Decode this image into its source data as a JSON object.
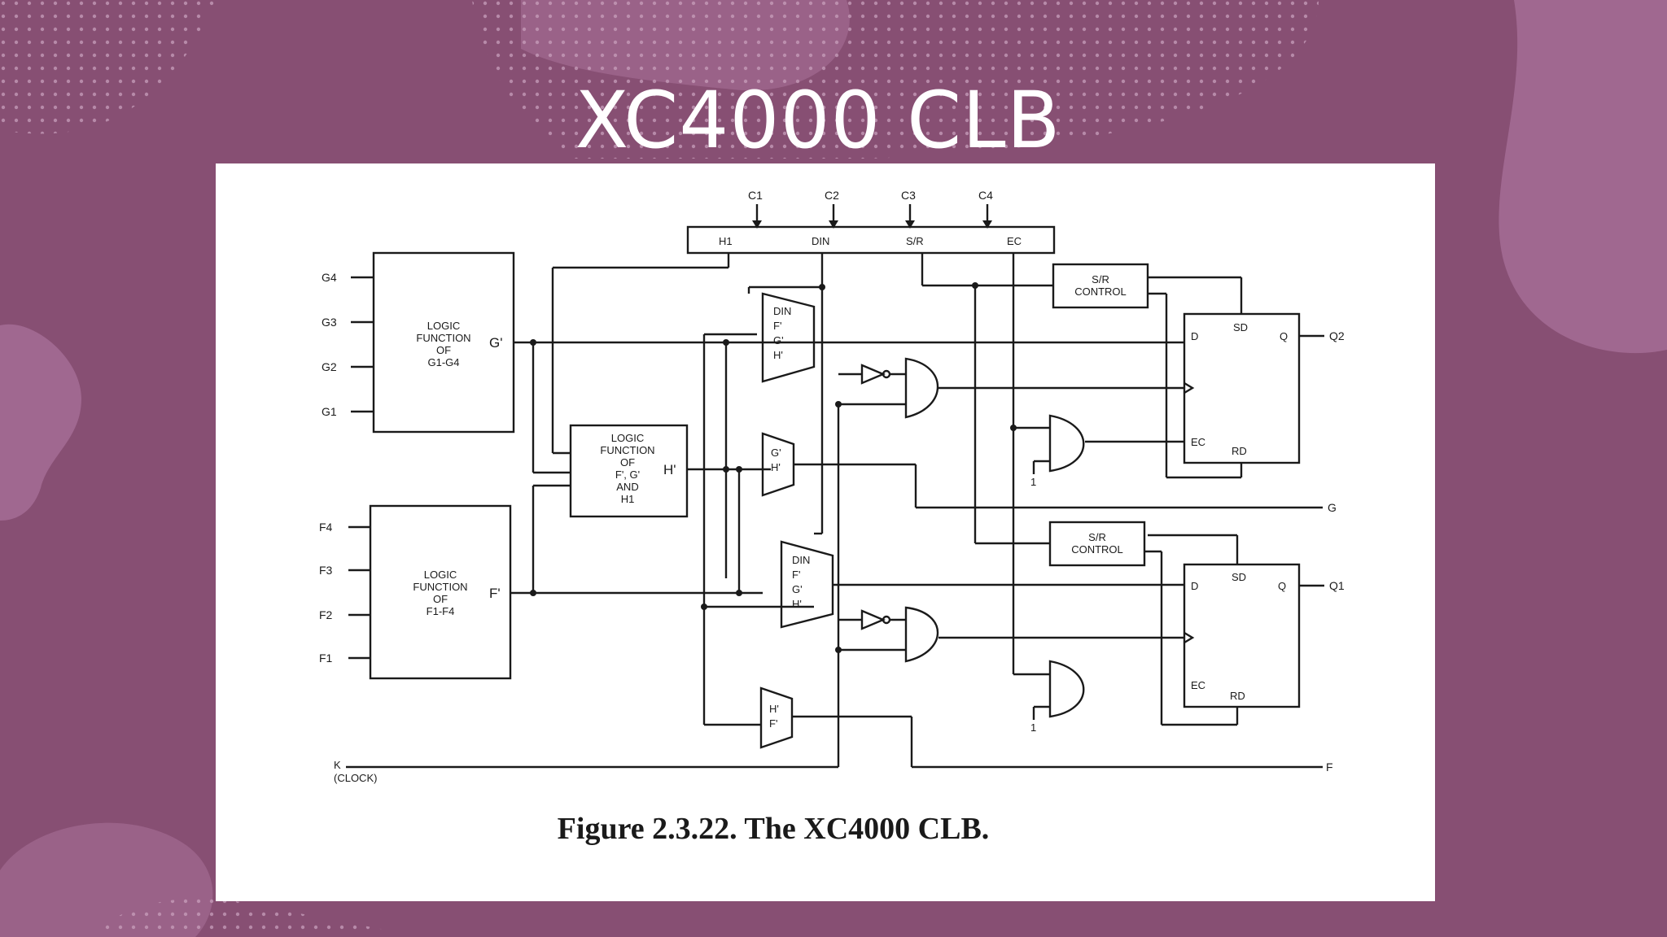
{
  "slide": {
    "title": "XC4000 CLB",
    "background_color": "#874f73",
    "accent_color": "#a06890"
  },
  "figure": {
    "caption": "Figure 2.3.22. The XC4000 CLB.",
    "control_inputs": [
      "C1",
      "C2",
      "C3",
      "C4"
    ],
    "control_bus_pins": [
      "H1",
      "DIN",
      "S/R",
      "EC"
    ],
    "g_inputs": [
      "G4",
      "G3",
      "G2",
      "G1"
    ],
    "f_inputs": [
      "F4",
      "F3",
      "F2",
      "F1"
    ],
    "g_logic_block": [
      "LOGIC",
      "FUNCTION",
      "OF",
      "G1-G4"
    ],
    "g_output": "G'",
    "f_logic_block": [
      "LOGIC",
      "FUNCTION",
      "OF",
      "F1-F4"
    ],
    "f_output": "F'",
    "h_logic_block": [
      "LOGIC",
      "FUNCTION",
      "OF",
      "F', G'",
      "AND",
      "H1"
    ],
    "h_output": "H'",
    "mux_top_inputs": [
      "DIN",
      "F'",
      "G'",
      "H'"
    ],
    "mux_g_inputs": [
      "G'",
      "H'"
    ],
    "mux_bottom_inputs": [
      "DIN",
      "F'",
      "G'",
      "H'"
    ],
    "mux_f_inputs": [
      "H'",
      "F'"
    ],
    "sr_control": [
      "S/R",
      "CONTROL"
    ],
    "ff_pins": {
      "d": "D",
      "sd": "SD",
      "q": "Q",
      "ec": "EC",
      "rd": "RD"
    },
    "vcc_label": "1",
    "outputs": {
      "q2": "Q2",
      "g": "G",
      "q1": "Q1",
      "f": "F"
    },
    "clock_label": [
      "K",
      "(CLOCK)"
    ]
  }
}
